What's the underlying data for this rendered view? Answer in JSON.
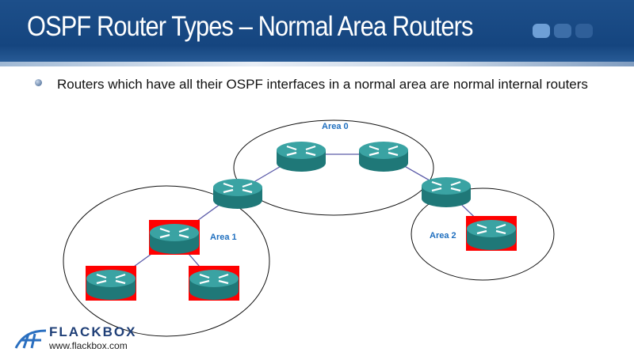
{
  "title": "OSPF Router Types – Normal Area Routers",
  "bullets": [
    "Routers which have all their OSPF interfaces in a normal area are normal internal routers"
  ],
  "diagram": {
    "areas": [
      {
        "label": "Area 0"
      },
      {
        "label": "Area 1"
      },
      {
        "label": "Area 2"
      }
    ],
    "highlight_color": "#ff0000",
    "router_color": "#2a8c8c"
  },
  "footer": {
    "brand": "FLACKBOX",
    "url": "www.flackbox.com"
  }
}
